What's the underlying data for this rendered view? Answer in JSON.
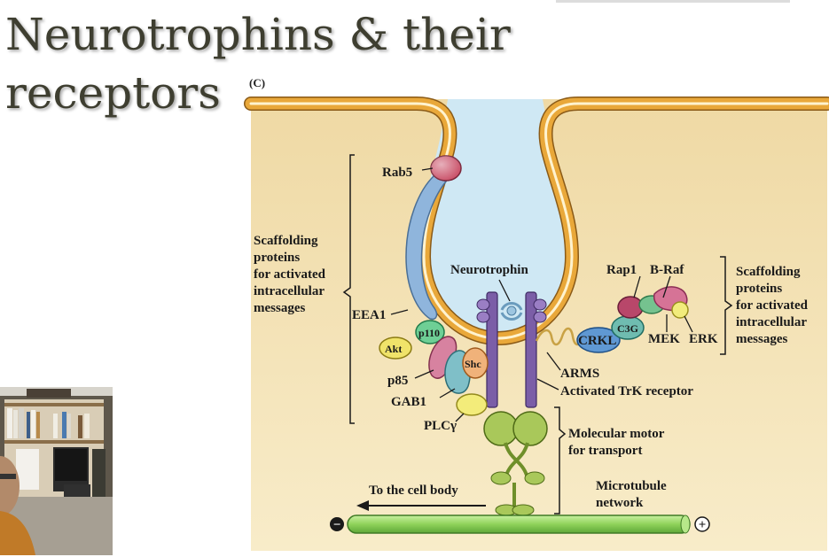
{
  "slide": {
    "title_line1": "Neurotrophins & their",
    "title_line2": "receptors"
  },
  "figure": {
    "panel_label": "(C)",
    "labels": {
      "rab5": "Rab5",
      "scaffold_left_1": "Scaffolding",
      "scaffold_left_2": "proteins",
      "scaffold_left_3": "for activated",
      "scaffold_left_4": "intracellular",
      "scaffold_left_5": "messages",
      "eea1": "EEA1",
      "p110": "p110",
      "akt": "Akt",
      "shc": "Shc",
      "p85": "p85",
      "gab1": "GAB1",
      "plcg": "PLCγ",
      "neurotrophin": "Neurotrophin",
      "rap1": "Rap1",
      "braf": "B-Raf",
      "c3g": "C3G",
      "crkl": "CRKL",
      "mek": "MEK",
      "erk": "ERK",
      "scaffold_right_1": "Scaffolding",
      "scaffold_right_2": "proteins",
      "scaffold_right_3": "for activated",
      "scaffold_right_4": "intracellular",
      "scaffold_right_5": "messages",
      "arms": "ARMS",
      "trk": "Activated TrK receptor",
      "motor_1": "Molecular motor",
      "motor_2": "for transport",
      "to_cell_body": "To the cell body",
      "microtubule_1": "Microtubule",
      "microtubule_2": "network",
      "minus": "−",
      "plus": "+"
    }
  },
  "colors": {
    "cytoplasm": "#f3e3b4",
    "membrane": "#e2a63a",
    "lumen": "#cfe8f4",
    "receptor": "#7b5ea7",
    "microtubule": "#9bd86a",
    "motor": "#a9c85a",
    "title": "#3e3e30"
  }
}
